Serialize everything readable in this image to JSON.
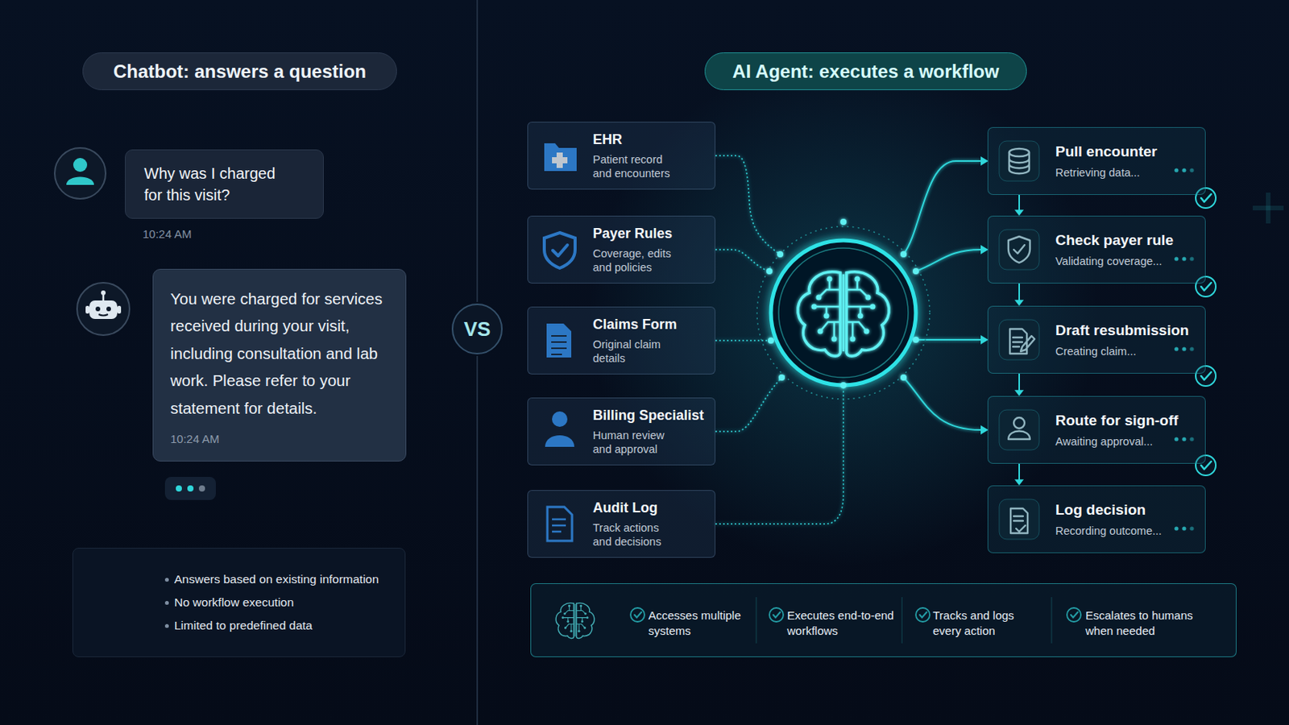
{
  "diagram": {
    "nodes": [
      {
        "text": [
          "Chatbot: answers a question"
        ]
      },
      {
        "text": [
          "Why was I charged for this visit?"
        ]
      },
      {
        "text": [
          "You were charged for services received during your visit, including consultation and lab work. Please refer to your statement for details.",
          "10:24 AM"
        ]
      },
      {
        "text": [
          "Answers based on existing information",
          "No workflow execution",
          "Limited to predefined data"
        ]
      },
      {
        "text": [
          "VS"
        ]
      },
      {
        "text": [
          "AI Agent: executes a workflow"
        ]
      },
      {
        "text": [
          "EHR",
          "Patient record and encounters"
        ]
      },
      {
        "text": [
          "Payer Rules",
          "Coverage, edits and policies"
        ]
      },
      {
        "text": [
          "Claims Form",
          "Original claim details"
        ]
      },
      {
        "text": [
          "Billing Specialist",
          "Human review and approval"
        ]
      },
      {
        "text": [
          "Audit Log",
          "Track actions and decisions"
        ]
      },
      {
        "text": [
          "Pull encounter",
          "Retrieving data..."
        ]
      },
      {
        "text": [
          "Check payer rule",
          "Validating coverage..."
        ]
      },
      {
        "text": [
          "Draft resubmission",
          "Creating claim..."
        ]
      },
      {
        "text": [
          "Route for sign-off",
          "Awaiting approval..."
        ]
      },
      {
        "text": [
          "Log decision",
          "Recording outcome..."
        ]
      },
      {
        "text": [
          "Accesses multiple systems",
          "Executes end-to-end workflows",
          "Tracks and logs every action",
          "Escalates to humans when needed"
        ]
      }
    ],
    "edges": [
      {
        "from": 11,
        "to": 12,
        "arrow": "to"
      },
      {
        "from": 12,
        "to": 13,
        "arrow": "to"
      },
      {
        "from": 13,
        "to": 14,
        "arrow": "to"
      },
      {
        "from": 14,
        "to": 15,
        "arrow": "to"
      }
    ],
    "labels": [
      "10:24 AM"
    ]
  }
}
